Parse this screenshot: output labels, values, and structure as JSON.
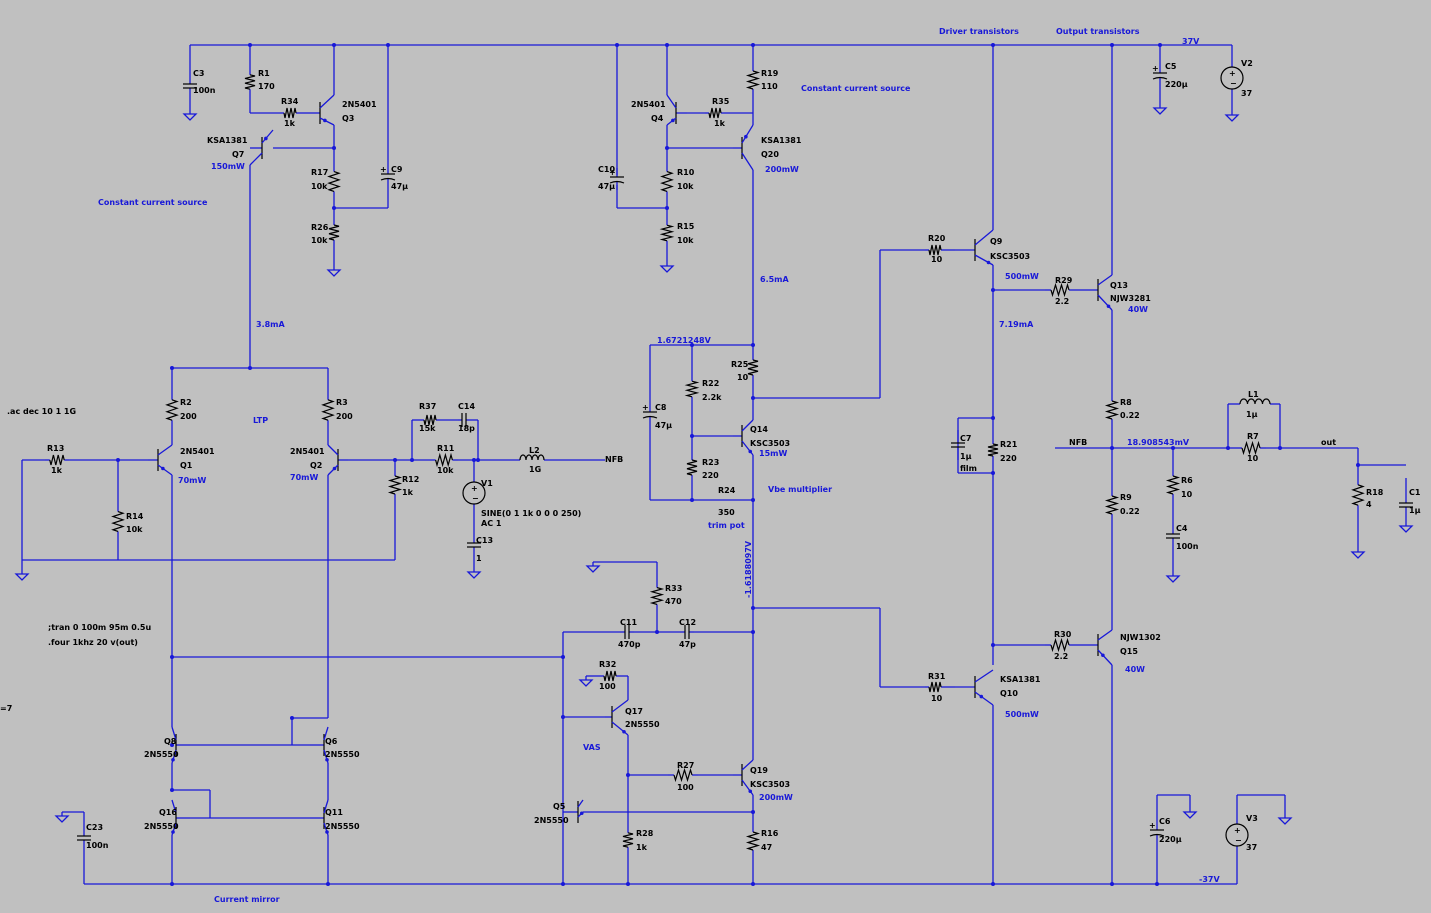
{
  "components": [
    {
      "ref": "C3",
      "value": "100n"
    },
    {
      "ref": "R1",
      "value": "170"
    },
    {
      "ref": "R34",
      "value": "1k"
    },
    {
      "ref": "Q3",
      "value": "2N5401"
    },
    {
      "ref": "Q7",
      "value": "KSA1381",
      "power": "150mW"
    },
    {
      "ref": "R17",
      "value": "10k"
    },
    {
      "ref": "R26",
      "value": "10k"
    },
    {
      "ref": "C9",
      "value": "47µ"
    },
    {
      "ref": "Q4",
      "value": "2N5401"
    },
    {
      "ref": "R35",
      "value": "1k"
    },
    {
      "ref": "R19",
      "value": "110"
    },
    {
      "ref": "Q20",
      "value": "KSA1381",
      "power": "200mW"
    },
    {
      "ref": "C10",
      "value": "47µ"
    },
    {
      "ref": "R10",
      "value": "10k"
    },
    {
      "ref": "R15",
      "value": "10k"
    },
    {
      "ref": "R20",
      "value": "10"
    },
    {
      "ref": "Q9",
      "value": "KSC3503",
      "power": "500mW"
    },
    {
      "ref": "R29",
      "value": "2.2"
    },
    {
      "ref": "Q13",
      "value": "NJW3281",
      "power": "40W"
    },
    {
      "ref": "C5",
      "value": "220µ"
    },
    {
      "ref": "V2",
      "value": "37"
    },
    {
      "ref": "R25",
      "value": "10"
    },
    {
      "ref": "R22",
      "value": "2.2k"
    },
    {
      "ref": "C8",
      "value": "47µ"
    },
    {
      "ref": "Q14",
      "value": "KSC3503",
      "power": "15mW"
    },
    {
      "ref": "R23",
      "value": "220"
    },
    {
      "ref": "R24",
      "value": "350"
    },
    {
      "ref": "C7",
      "value": "1µ",
      "note": "film"
    },
    {
      "ref": "R21",
      "value": "220"
    },
    {
      "ref": "R8",
      "value": "0.22"
    },
    {
      "ref": "R9",
      "value": "0.22"
    },
    {
      "ref": "L1",
      "value": "1µ"
    },
    {
      "ref": "R7",
      "value": "10"
    },
    {
      "ref": "R6",
      "value": "10"
    },
    {
      "ref": "C4",
      "value": "100n"
    },
    {
      "ref": "R18",
      "value": "4"
    },
    {
      "ref": "C1",
      "value": "1µ"
    },
    {
      "ref": "R2",
      "value": "200"
    },
    {
      "ref": "R3",
      "value": "200"
    },
    {
      "ref": "R13",
      "value": "1k"
    },
    {
      "ref": "R14",
      "value": "10k"
    },
    {
      "ref": "Q1",
      "value": "2N5401",
      "power": "70mW"
    },
    {
      "ref": "Q2",
      "value": "2N5401",
      "power": "70mW"
    },
    {
      "ref": "R12",
      "value": "1k"
    },
    {
      "ref": "R37",
      "value": "15k"
    },
    {
      "ref": "C14",
      "value": "18p"
    },
    {
      "ref": "R11",
      "value": "10k"
    },
    {
      "ref": "L2",
      "value": "1G"
    },
    {
      "ref": "V1",
      "value": "SINE(0 1 1k 0 0 0 250)",
      "ac": "AC 1"
    },
    {
      "ref": "C13",
      "value": "1"
    },
    {
      "ref": "R33",
      "value": "470"
    },
    {
      "ref": "C11",
      "value": "470p"
    },
    {
      "ref": "C12",
      "value": "47p"
    },
    {
      "ref": "R32",
      "value": "100"
    },
    {
      "ref": "Q17",
      "value": "2N5550"
    },
    {
      "ref": "R27",
      "value": "100"
    },
    {
      "ref": "Q19",
      "value": "KSC3503",
      "power": "200mW"
    },
    {
      "ref": "Q5",
      "value": "2N5550"
    },
    {
      "ref": "R28",
      "value": "1k"
    },
    {
      "ref": "R16",
      "value": "47"
    },
    {
      "ref": "R30",
      "value": "2.2"
    },
    {
      "ref": "Q15",
      "value": "NJW1302",
      "power": "40W"
    },
    {
      "ref": "R31",
      "value": "10"
    },
    {
      "ref": "Q10",
      "value": "KSA1381",
      "power": "500mW"
    },
    {
      "ref": "Q8",
      "value": "2N5550"
    },
    {
      "ref": "Q6",
      "value": "2N5550"
    },
    {
      "ref": "Q16",
      "value": "2N5550"
    },
    {
      "ref": "Q11",
      "value": "2N5550"
    },
    {
      "ref": "C23",
      "value": "100n"
    },
    {
      "ref": "C6",
      "value": "220µ"
    },
    {
      "ref": "V3",
      "value": "37"
    }
  ],
  "annotations": {
    "driver": "Driver transistors",
    "output": "Output transistors",
    "ccs_left": "Constant current source",
    "ccs_right": "Constant current source",
    "ltp": "LTP",
    "vbe": "Vbe multiplier",
    "trim": "trim pot",
    "vas": "VAS",
    "mirror": "Current mirror"
  },
  "nets": {
    "vpos": "37V",
    "vneg": "-37V",
    "nfb_in": "NFB",
    "nfb_node": "NFB",
    "out": "out"
  },
  "probes": {
    "i_ltp": "3.8mA",
    "i_vas": "6.5mA",
    "i_drv": "7.19mA",
    "v_bias_top": "1.6721248V",
    "v_bias_bot": "-1.6188097V",
    "v_out": "18.908543mV"
  },
  "directives": {
    "ac": ".ac dec 10 1 1G",
    "tran": ";tran 0 100m 95m 0.5u",
    "four": ".four 1khz 20 v(out)",
    "edge": "=7"
  }
}
